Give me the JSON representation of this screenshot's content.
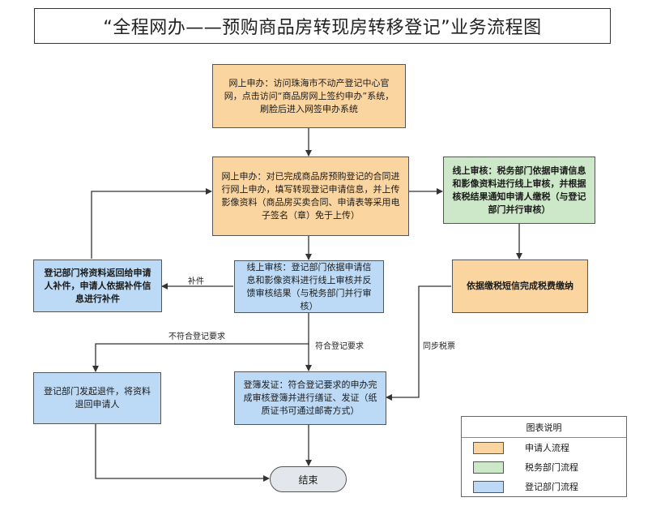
{
  "title": "“全程网办——预购商品房转现房转移登记”业务流程图",
  "nodes": {
    "n1": "网上申办：访问珠海市不动产登记中心官网，点击访问“商品房网上签约申办”系统，刷脸后进入网签申办系统",
    "n2": "网上申办：对已完成商品房预购登记的合同进行网上申办，填写转现登记申请信息，并上传影像资料（商品房买卖合同、申请表等采用电子签名（章）免于上传）",
    "n3": "线上审核：税务部门依据申请信息和影像资料进行线上审核，并根据核税结果通知申请人缴税（与登记部门并行审核）",
    "n4": "依据缴税短信完成税费缴纳",
    "n5": "线上审核：登记部门依据申请信息和影像资料进行线上审核并反馈审核结果（与税务部门并行审核）",
    "n6": "登记部门将资料返回给申请人补件，申请人依据补件信息进行补件",
    "n7": "登记部门发起退件，将资料退回申请人",
    "n8": "登簿发证：符合登记要求的申办完成审核登簿并进行缮证、发证（纸质证书可通过邮寄方式）",
    "end": "结束"
  },
  "edge_labels": {
    "bujian": "补件",
    "bufuhe": "不符合登记要求",
    "fuhe": "符合登记要求",
    "tongbu": "同步税票"
  },
  "legend": {
    "title": "图表说明",
    "items": [
      {
        "label": "申请人流程",
        "color": "#fbd5a0"
      },
      {
        "label": "税务部门流程",
        "color": "#cde8c8"
      },
      {
        "label": "登记部门流程",
        "color": "#bcdaf5"
      }
    ]
  },
  "colors": {
    "applicant": "#fbd5a0",
    "tax": "#cde8c8",
    "registry": "#bcdaf5",
    "end": "#e3e6ea"
  }
}
